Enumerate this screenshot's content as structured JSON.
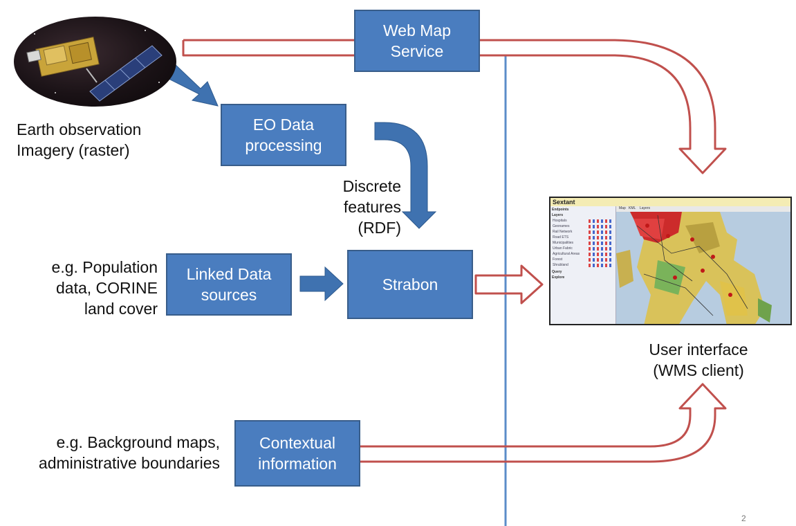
{
  "nodes": {
    "wms": "Web Map\nService",
    "eo_processing": "EO Data\nprocessing",
    "linked_data": "Linked Data\nsources",
    "strabon": "Strabon",
    "contextual": "Contextual\ninformation"
  },
  "labels": {
    "eo_imagery": "Earth observation\nImagery (raster)",
    "discrete": "Discrete\nfeatures\n(RDF)",
    "population": "e.g. Population\ndata, CORINE\nland cover",
    "background": "e.g. Background maps,\nadministrative boundaries",
    "user_interface": "User interface\n(WMS client)"
  },
  "screenshot": {
    "app_title": "Sextant",
    "sidebar_headers": [
      "Endpoints",
      "Layers",
      "Query",
      "Explore"
    ],
    "layers": [
      "Hospitals",
      "Geonames",
      "Rail Network",
      "Road ETS",
      "Municipalities",
      "Urban Fabric",
      "Agricultural Areas",
      "Forest",
      "Shrubland"
    ],
    "map_tabs": [
      "Map",
      "KML",
      "Layers"
    ]
  },
  "page_number": "2",
  "colors": {
    "box_fill": "#4a7dbf",
    "box_border": "#385d8a",
    "pipe_stroke": "#c0504d",
    "divider": "#5b8dc9",
    "blue_arrow": "#3f72b0"
  }
}
